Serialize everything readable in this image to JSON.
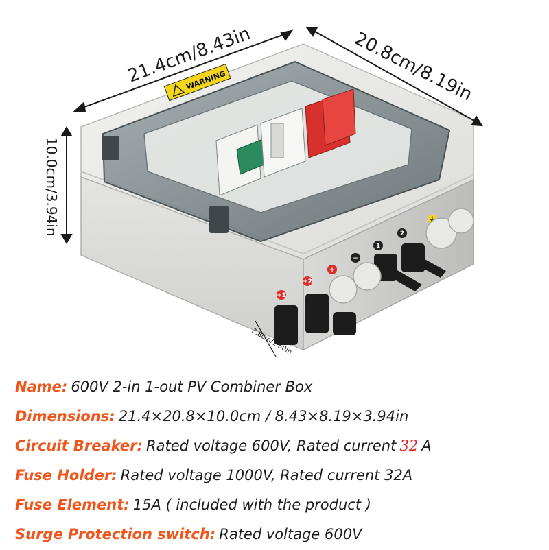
{
  "dimensions": {
    "width": "21.4cm/8.43in",
    "depth": "20.8cm/8.19in",
    "height": "10.0cm/3.94in",
    "connector": "3.8cm/1.50in"
  },
  "labels": {
    "warning": "WARNING",
    "terminals": [
      "+1",
      "+2",
      "+",
      "−",
      "1",
      "2",
      "⏚"
    ]
  },
  "specs": {
    "name": {
      "key": "Name:",
      "value": "600V 2-in 1-out   PV Combiner Box"
    },
    "dimensions": {
      "key": "Dimensions:",
      "value": "21.4×20.8×10.0cm / 8.43×8.19×3.94in"
    },
    "breaker": {
      "key": "Circuit Breaker:",
      "value": "Rated voltage 600V, Rated current",
      "highlight": "32",
      "unit": "A"
    },
    "fuse_holder": {
      "key": "Fuse Holder:",
      "value": "Rated voltage 1000V,  Rated current 32A"
    },
    "fuse_element": {
      "key": "Fuse Element:",
      "value": "15A  ( included with the product )"
    },
    "surge": {
      "key": "Surge Protection switch:",
      "value": "Rated voltage 600V"
    }
  },
  "colors": {
    "accent": "#f0561c",
    "highlight": "#e02020"
  }
}
